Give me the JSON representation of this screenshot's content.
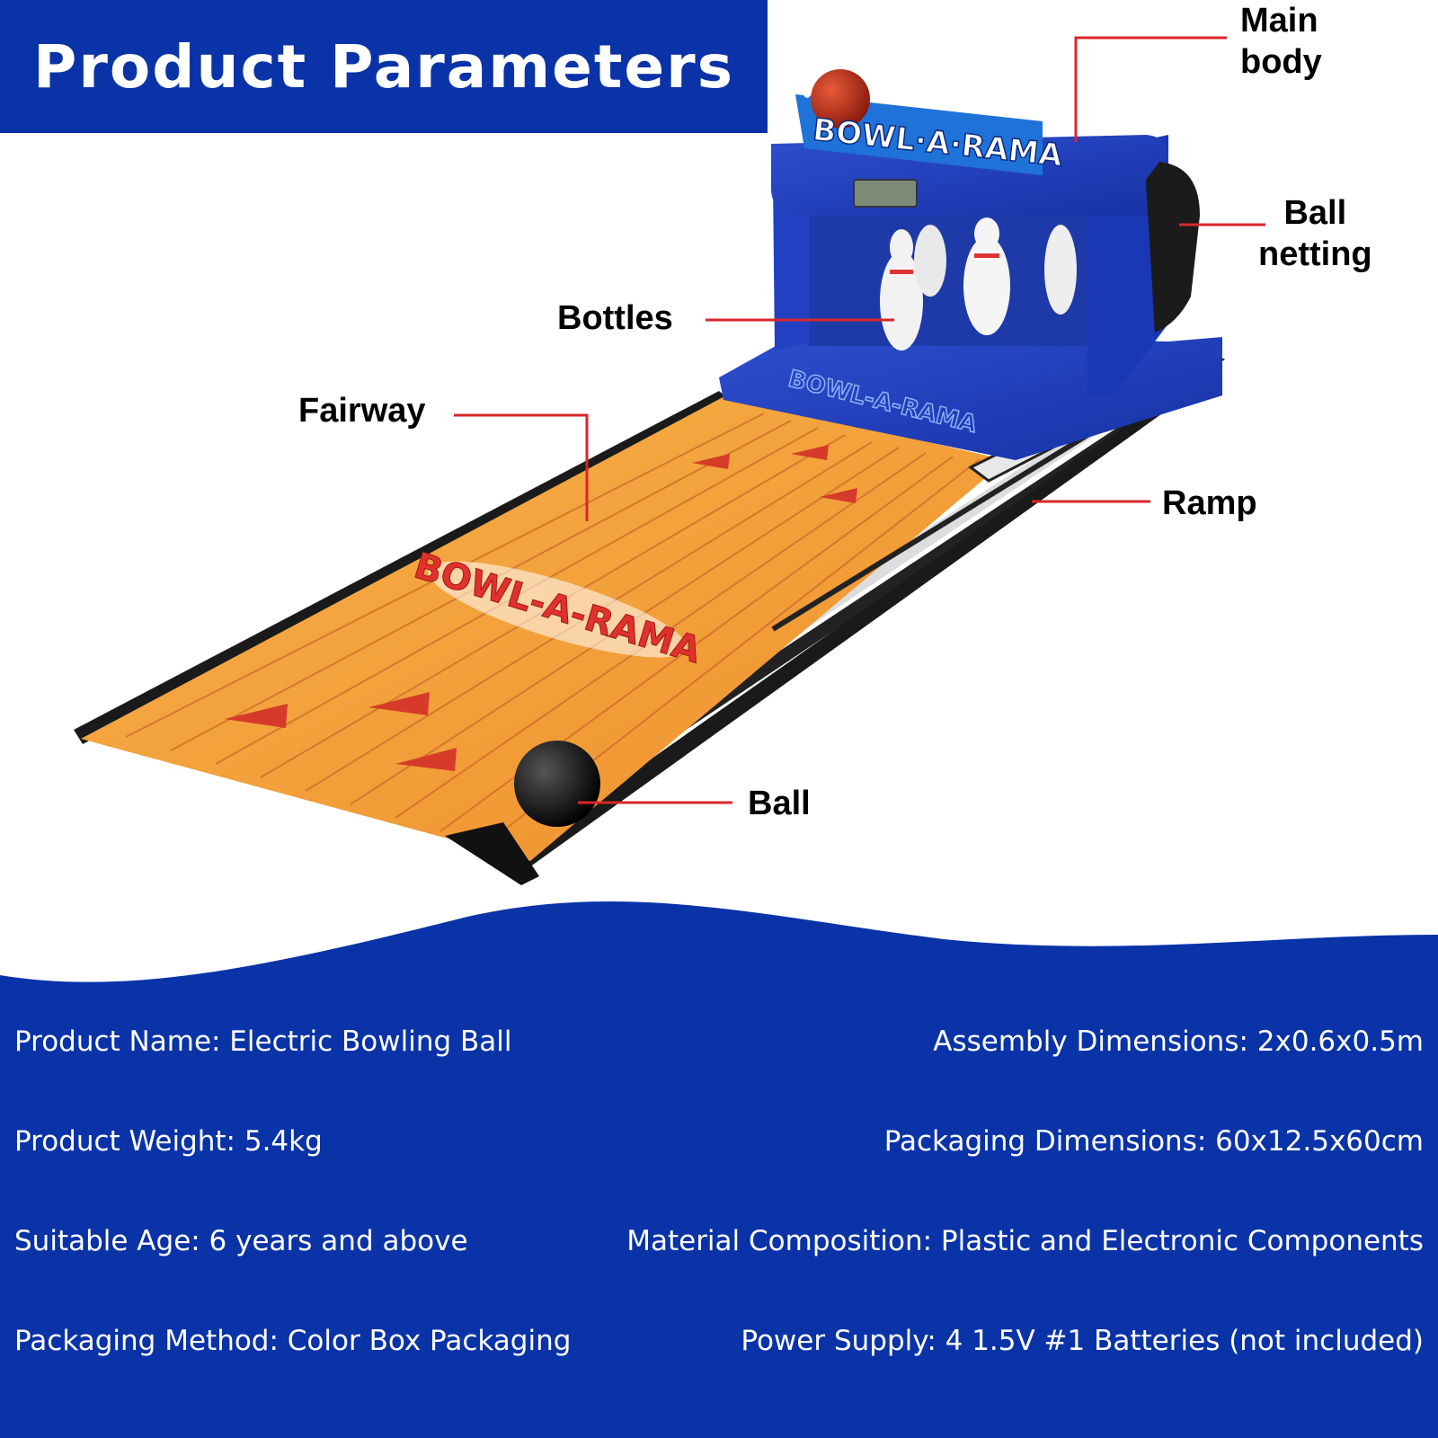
{
  "header": {
    "title": "Product Parameters"
  },
  "product": {
    "logo_text": "BOWL·A·RAMA",
    "lane_logo_text": "BOWL-A-RAMA",
    "base_logo_text": "BOWL-A-RAMA"
  },
  "callouts": {
    "main_body": {
      "line1": "Main",
      "line2": "body"
    },
    "ball_netting": {
      "line1": "Ball",
      "line2": "netting"
    },
    "bottles": "Bottles",
    "fairway": "Fairway",
    "ramp": "Ramp",
    "ball": "Ball"
  },
  "specs": {
    "product_name": "Product Name: Electric Bowling Ball",
    "assembly_dimensions": "Assembly Dimensions: 2x0.6x0.5m",
    "product_weight": "Product Weight: 5.4kg",
    "packaging_dimensions": "Packaging Dimensions: 60x12.5x60cm",
    "suitable_age": "Suitable Age: 6 years and above",
    "material_composition": "Material Composition: Plastic and Electronic Components",
    "packaging_method": "Packaging Method: Color Box Packaging",
    "power_supply": "Power Supply: 4 1.5V #1 Batteries (not included)"
  },
  "colors": {
    "brand_blue": "#0a33a8",
    "callout_red": "#d9262b",
    "lane_orange": "#f0a13a"
  }
}
